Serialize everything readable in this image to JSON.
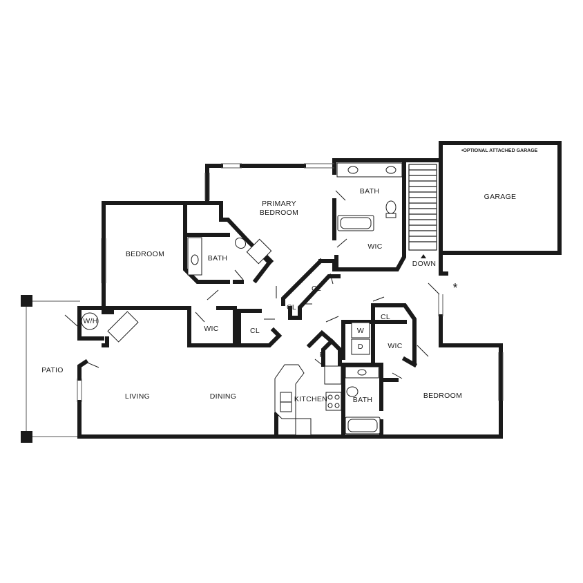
{
  "plan": {
    "optional_note": "•OPTIONAL ATTACHED GARAGE",
    "asterisk": "*",
    "stair_direction": "DOWN"
  },
  "rooms": {
    "primary_bedroom": [
      "PRIMARY",
      "BEDROOM"
    ],
    "primary_bath": "BATH",
    "primary_wic": "WIC",
    "garage": "GARAGE",
    "bedroom_west": "BEDROOM",
    "bath_west": "BATH",
    "wic_west": "WIC",
    "cl_west": "CL",
    "cl_hall_1": "CL",
    "cl_hall_2": "CL",
    "water_heater": "W/H",
    "patio": "PATIO",
    "living": "LIVING",
    "dining": "DINING",
    "kitchen": "KITCHEN",
    "pantry": "P",
    "washer": "W",
    "dryer": "D",
    "cl_east": "CL",
    "wic_east": "WIC",
    "bath_east": "BATH",
    "bedroom_east": "BEDROOM"
  }
}
